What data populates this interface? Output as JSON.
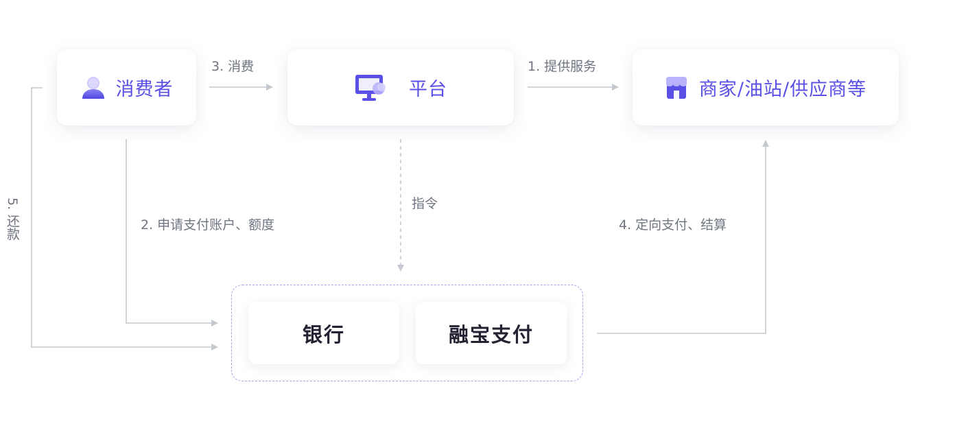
{
  "nodes": {
    "consumer": {
      "label": "消费者",
      "icon": "user-icon"
    },
    "platform": {
      "label": "平台",
      "icon": "monitor-icon"
    },
    "merchant": {
      "label": "商家/油站/供应商等",
      "icon": "store-icon"
    },
    "bank": {
      "label": "银行"
    },
    "rongbao": {
      "label": "融宝支付"
    }
  },
  "edges": {
    "consume": "3. 消费",
    "service": "1. 提供服务",
    "apply": "2. 申请支付账户、额度",
    "command": "指令",
    "directed_pay": "4. 定向支付、结算",
    "repay": "5. 还款"
  },
  "colors": {
    "accent": "#5a50e6",
    "connector": "#c4c8cf",
    "group_border": "#a9a3ee",
    "edge_text": "#6f7480",
    "node_text_dark": "#222233"
  }
}
